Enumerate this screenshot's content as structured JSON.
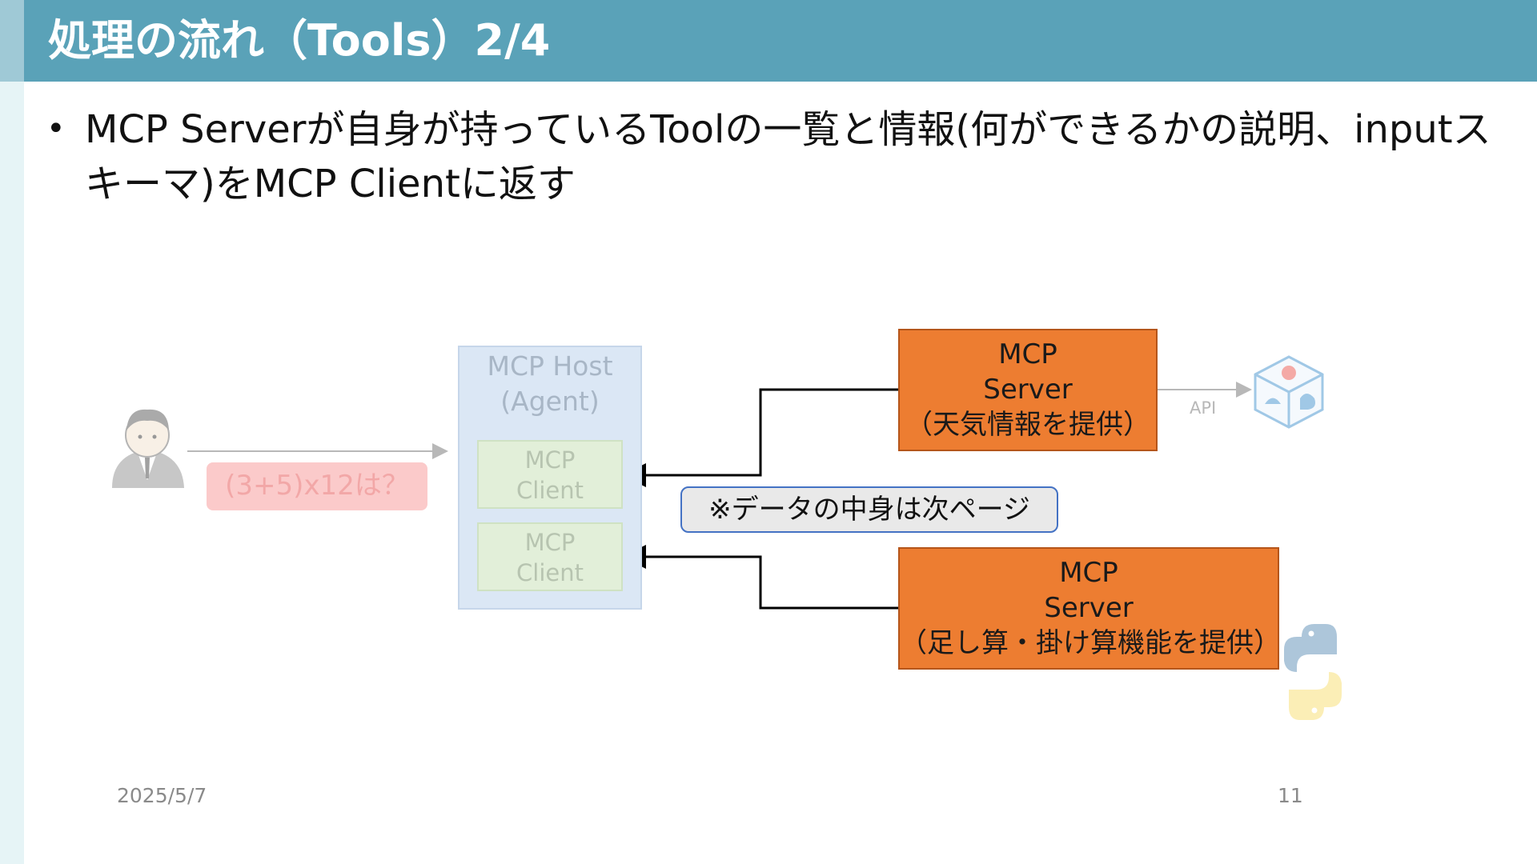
{
  "header": {
    "title": "処理の流れ（Tools）2/4"
  },
  "bullet": {
    "text": "MCP Serverが自身が持っているToolの一覧と情報(何ができるかの説明、inputスキーマ)をMCP Clientに返す"
  },
  "diagram": {
    "query": "(3+5)x12は？",
    "host": {
      "line1": "MCP Host",
      "line2": "(Agent)"
    },
    "clients": [
      {
        "line1": "MCP",
        "line2": "Client"
      },
      {
        "line1": "MCP",
        "line2": "Client"
      }
    ],
    "servers": [
      {
        "line1": "MCP",
        "line2": "Server",
        "line3": "（天気情報を提供）"
      },
      {
        "line1": "MCP",
        "line2": "Server",
        "line3": "（足し算・掛け算機能を提供）"
      }
    ],
    "note": "※データの中身は次ページ",
    "api_label": "API",
    "icons": [
      "user-avatar-icon",
      "weather-service-icon",
      "python-logo-icon"
    ]
  },
  "footer": {
    "date": "2025/5/7",
    "page": "11"
  },
  "colors": {
    "header": "#5aa2b8",
    "server_fill": "#ed7d31",
    "host_fill": "#dbe7f5",
    "client_fill": "#e2efd9",
    "query_fill": "#fbcaca",
    "note_border": "#4472c4"
  }
}
